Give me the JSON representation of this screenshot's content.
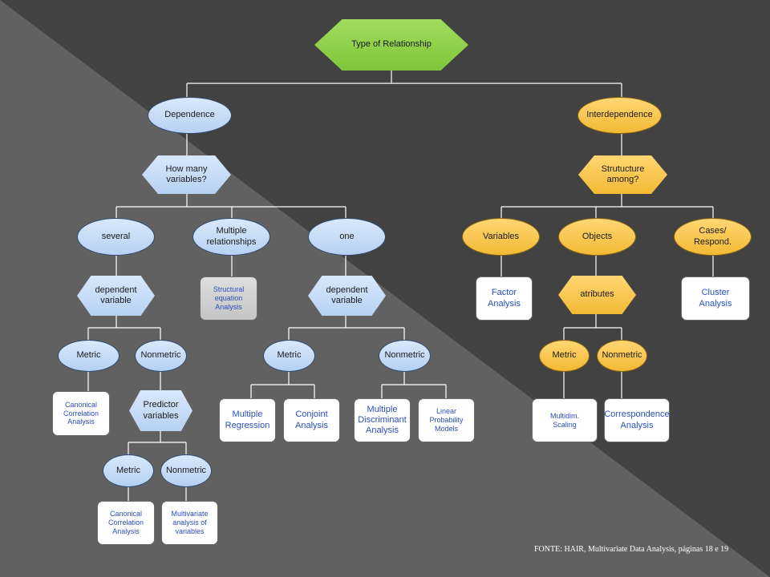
{
  "diagram": {
    "root": "Type of Relationship",
    "dependence": "Dependence",
    "interdependence": "Interdependence",
    "how_many": "How many\nvariables?",
    "structure_among": "Strutucture\namong?",
    "several": "several",
    "multiple_relationships": "Multiple\nrelationships",
    "one": "one",
    "dep_var_several": "dependent\nvariable",
    "structural_equation": "Structural\nequation\nAnalysis",
    "dep_var_one": "dependent\nvariable",
    "metric_several": "Metric",
    "nonmetric_several": "Nonmetric",
    "canonical_1": "Canonical\nCorrelation\nAnalysis",
    "predictor_variables": "Predictor\nvariables",
    "metric_predictor": "Metric",
    "nonmetric_predictor": "Nonmetric",
    "canonical_2": "Canonical\nCorrelation\nAnalysis",
    "multivariate_analysis": "Multivariate\nanalysis of\nvariables",
    "metric_one": "Metric",
    "nonmetric_one": "Nonmetric",
    "multiple_regression": "Multiple\nRegression",
    "conjoint_analysis": "Conjoint\nAnalysis",
    "multiple_discriminant": "Multiple\nDiscriminant\nAnalysis",
    "linear_probability": "Linear\nProbability\nModels",
    "variables": "Variables",
    "objects": "Objects",
    "cases": "Cases/\nRespond.",
    "factor_analysis": "Factor\nAnalysis",
    "atributes": "atributes",
    "cluster_analysis": "Cluster\nAnalysis",
    "metric_obj": "Metric",
    "nonmetric_obj": "Nonmetric",
    "multidim_scaling": "Multidim.\nScaling",
    "correspondence_analysis": "Correspondence\nAnalysis"
  },
  "source": "FONTE: HAIR, Multivariate Data Analysis, páginas 18 e 19",
  "colors": {
    "blue_node": "#c6dcf7",
    "orange_node": "#f7c34a",
    "green_root": "#8fd14f",
    "connector": "#ffffff"
  }
}
